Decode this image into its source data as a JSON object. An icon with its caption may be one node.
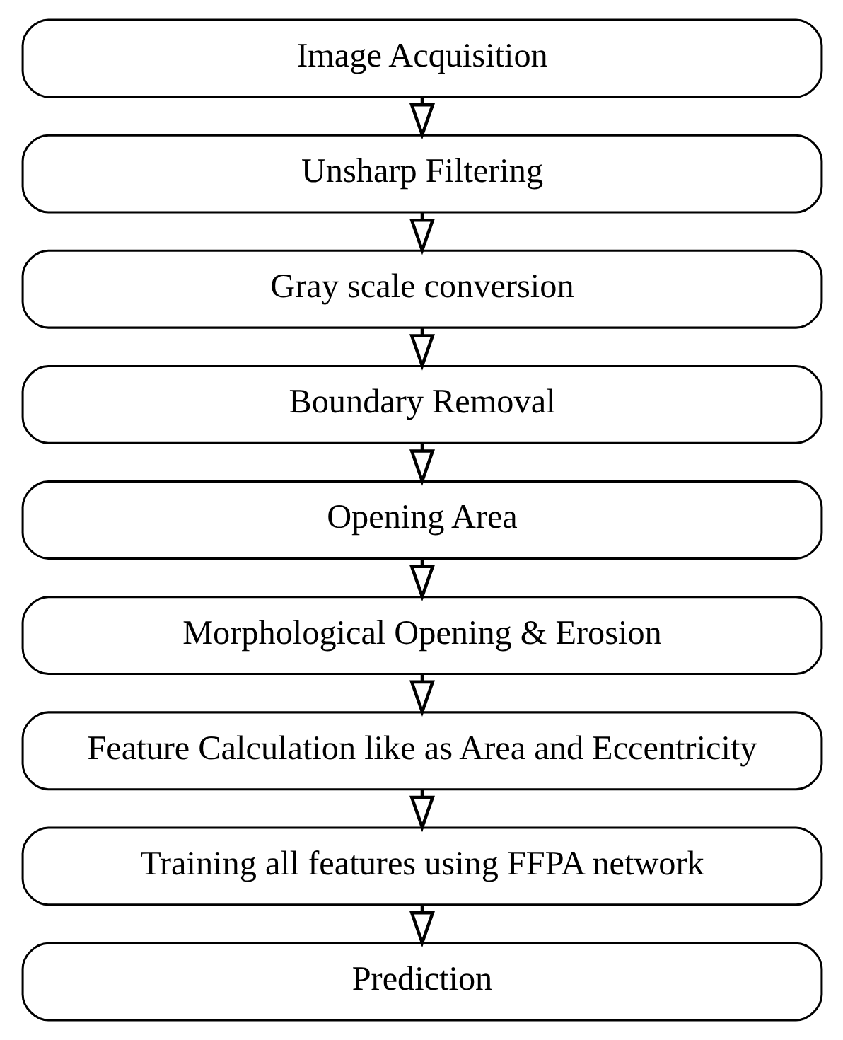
{
  "diagram": {
    "nodes": [
      {
        "text": [
          "Image Acquisition"
        ]
      },
      {
        "text": [
          "Unsharp Filtering"
        ]
      },
      {
        "text": [
          "Gray scale conversion"
        ]
      },
      {
        "text": [
          "Boundary Removal"
        ]
      },
      {
        "text": [
          "Opening Area"
        ]
      },
      {
        "text": [
          "Morphological Opening & Erosion"
        ]
      },
      {
        "text": [
          "Feature Calculation like as Area and Eccentricity"
        ]
      },
      {
        "text": [
          "Training all features using FFPA network"
        ]
      },
      {
        "text": [
          "Prediction"
        ]
      }
    ],
    "edges": [
      {
        "from": 0,
        "to": 1,
        "arrow": "to"
      },
      {
        "from": 1,
        "to": 2,
        "arrow": "to"
      },
      {
        "from": 2,
        "to": 3,
        "arrow": "to"
      },
      {
        "from": 3,
        "to": 4,
        "arrow": "to"
      },
      {
        "from": 4,
        "to": 5,
        "arrow": "to"
      },
      {
        "from": 5,
        "to": 6,
        "arrow": "to"
      },
      {
        "from": 6,
        "to": 7,
        "arrow": "to"
      },
      {
        "from": 7,
        "to": 8,
        "arrow": "to"
      }
    ]
  }
}
